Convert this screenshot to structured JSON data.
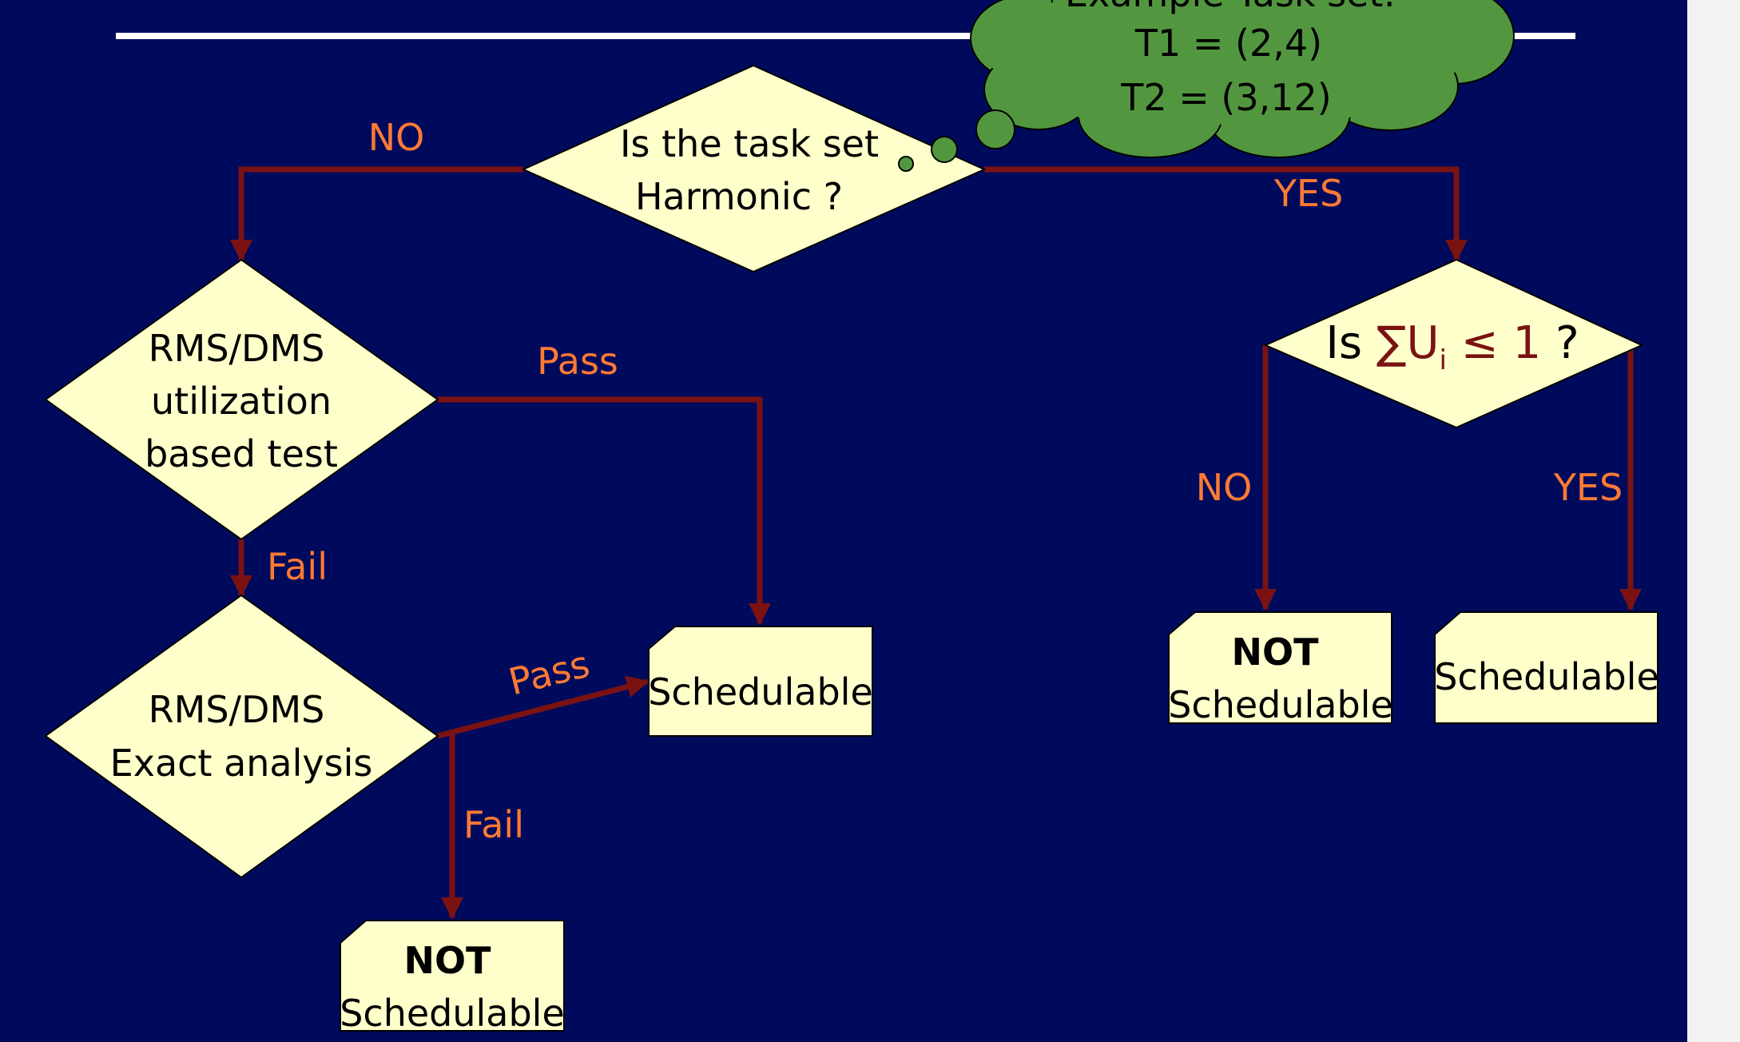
{
  "cloud": {
    "line1": "Example Task set:",
    "line2": "T1 = (2,4)",
    "line3": "T2 = (3,12)"
  },
  "nodes": {
    "harmonic": {
      "line1": "Is the task set",
      "line2": "Harmonic ?"
    },
    "util_test": {
      "line1": "RMS/DMS",
      "line2": "utilization",
      "line3": "based test"
    },
    "exact": {
      "line1": "RMS/DMS",
      "line2": "Exact analysis"
    },
    "sum_test": {
      "prefix": "Is ",
      "sigma": "∑U",
      "sub": "i",
      "le": " ≤ 1",
      "suffix": " ?"
    },
    "sched_left": {
      "text": "Schedulable"
    },
    "not_sched_left": {
      "line1": "NOT",
      "line2": "Schedulable"
    },
    "not_sched_right": {
      "line1": "NOT",
      "line2": "Schedulable"
    },
    "sched_right": {
      "text": "Schedulable"
    }
  },
  "edges": {
    "harmonic_no": "NO",
    "harmonic_yes": "YES",
    "util_pass": "Pass",
    "util_fail": "Fail",
    "exact_pass": "Pass",
    "exact_fail": "Fail",
    "sum_no": "NO",
    "sum_yes": "YES"
  },
  "colors": {
    "background": "#000a5c",
    "node_fill": "#ffffcc",
    "arrow": "#7a1212",
    "edge_label": "#ff7a33",
    "cloud_fill": "#52973f",
    "emphasis": "#7a1212"
  }
}
